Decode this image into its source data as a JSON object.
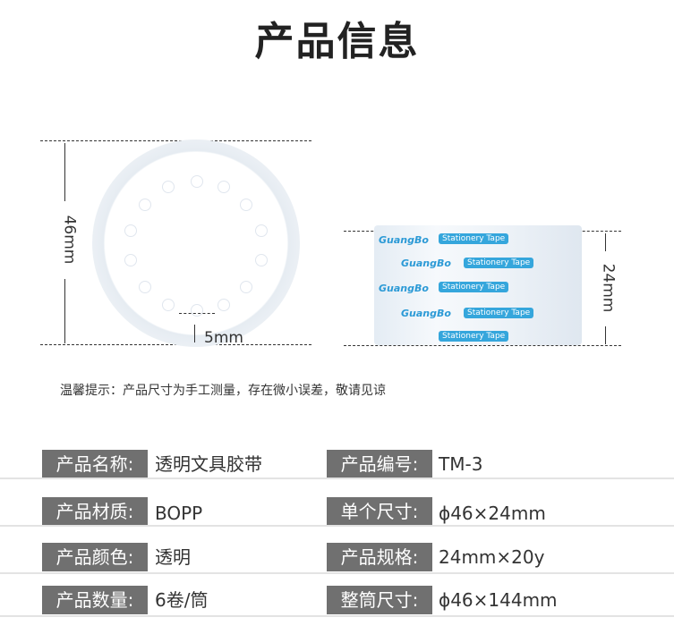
{
  "title": "产品信息",
  "dimensions": {
    "diameter": "46mm",
    "core_wall": "5mm",
    "width": "24mm"
  },
  "tape_print": {
    "brand": "GuangBo",
    "tag": "Stationery Tape"
  },
  "tip": "温馨提示：产品尺寸为手工测量，存在微小误差，敬请见谅",
  "specs": [
    {
      "left_label": "产品名称:",
      "left_value": "透明文具胶带",
      "right_label": "产品编号:",
      "right_value": "TM-3"
    },
    {
      "left_label": "产品材质:",
      "left_value": "BOPP",
      "right_label": "单个尺寸:",
      "right_value": "ϕ46×24mm"
    },
    {
      "left_label": "产品颜色:",
      "left_value": "透明",
      "right_label": "产品规格:",
      "right_value": "24mm×20y"
    },
    {
      "left_label": "产品数量:",
      "left_value": "6卷/筒",
      "right_label": "整筒尺寸:",
      "right_value": "ϕ46×144mm"
    }
  ],
  "colors": {
    "label_bg": "#707070",
    "accent": "#35a6dc"
  }
}
